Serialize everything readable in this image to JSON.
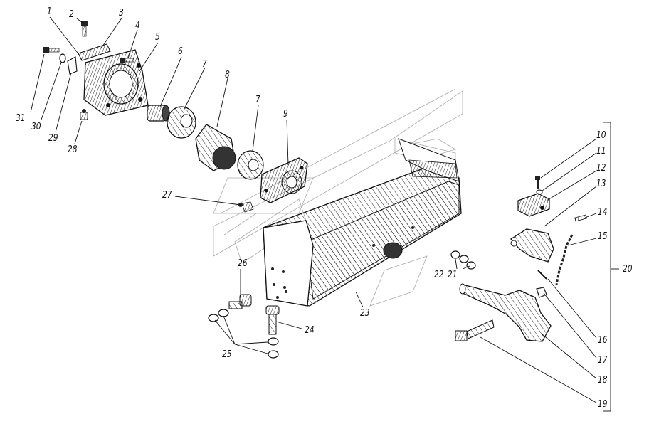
{
  "labels": {
    "l1": "1",
    "l2": "2",
    "l3": "3",
    "l4": "4",
    "l5": "5",
    "l6": "6",
    "l7a": "7",
    "l7b": "7",
    "l8": "8",
    "l9": "9",
    "l10": "10",
    "l11": "11",
    "l12": "12",
    "l13": "13",
    "l14": "14",
    "l15": "15",
    "l16": "16",
    "l17": "17",
    "l18": "18",
    "l19": "19",
    "l20": "20",
    "l21": "21",
    "l22": "22",
    "l23": "23",
    "l24": "24",
    "l25": "25",
    "l26": "26",
    "l27": "27",
    "l28": "28",
    "l29": "29",
    "l30": "30",
    "l31": "31"
  }
}
